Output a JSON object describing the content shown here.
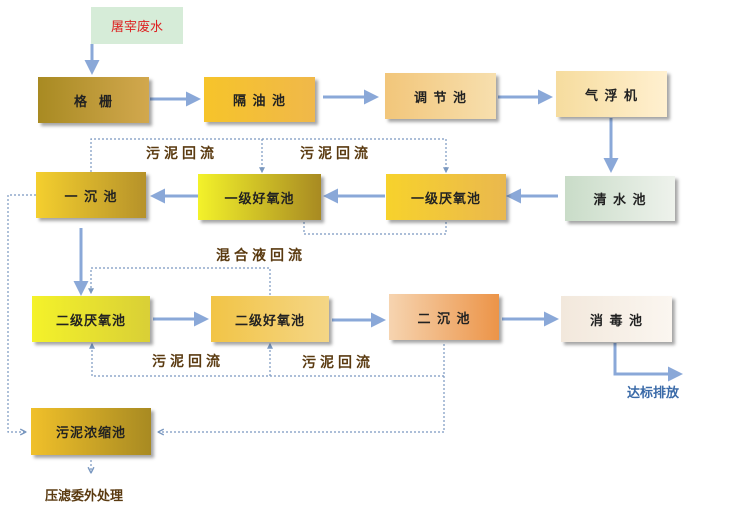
{
  "nodes": {
    "input": "屠宰废水",
    "grid": "格  栅",
    "oil": "隔 油 池",
    "equalization": "调 节 池",
    "flotation": "气 浮 机",
    "clear_water": "清 水 池",
    "anoxic1": "一级厌氧池",
    "aerobic1": "一级好氧池",
    "sedimentation1": "一 沉 池",
    "anoxic2": "二级厌氧池",
    "aerobic2": "二级好氧池",
    "sedimentation2": "二 沉 池",
    "disinfection": "消 毒 池",
    "thickener": "污泥浓缩池"
  },
  "labels": {
    "sludge_return_1": "污泥回流",
    "sludge_return_2": "污泥回流",
    "mixed_liquor_return": "混合液回流",
    "sludge_return_3": "污泥回流",
    "sludge_return_4": "污泥回流",
    "discharge": "达标排放",
    "outsourced": "压滤委外处理"
  },
  "colors": {
    "arrow": "#8aa8d8",
    "dashed": "#7a98c0",
    "input_text": "#dd2222",
    "discharge_text": "#3a6aa8",
    "outsource_text": "#5a3a10",
    "label_text": "#5a3a10"
  }
}
